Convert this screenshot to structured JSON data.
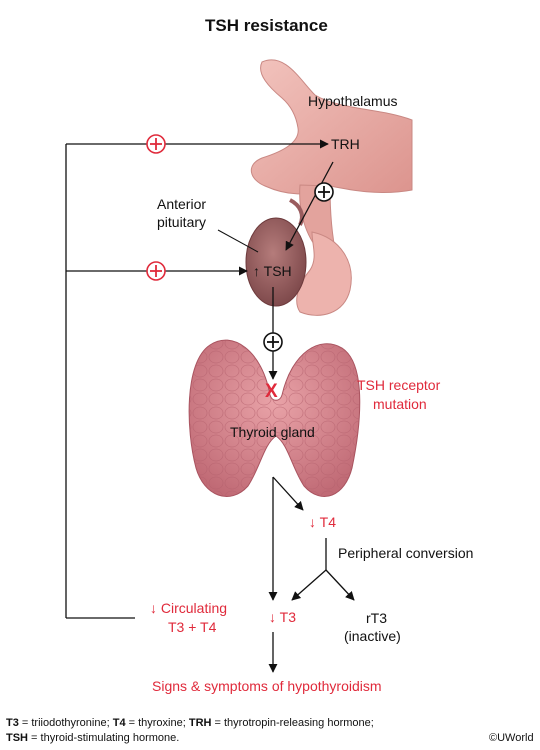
{
  "title": "TSH resistance",
  "labels": {
    "hypothalamus": "Hypothalamus",
    "trh": "TRH",
    "anterior_pituitary_line1": "Anterior",
    "anterior_pituitary_line2": "pituitary",
    "tsh": "↑ TSH",
    "thyroid_gland": "Thyroid gland",
    "receptor_mutation_line1": "TSH receptor",
    "receptor_mutation_line2": "mutation",
    "t4": "↓ T4",
    "peripheral_conversion": "Peripheral conversion",
    "circulating_line1": "↓ Circulating",
    "circulating_line2": "T3 + T4",
    "t3": "↓ T3",
    "rt3_line1": "rT3",
    "rt3_line2": "(inactive)",
    "signs": "Signs & symptoms of hypothyroidism",
    "block_mark": "X"
  },
  "footnote": {
    "line1": [
      {
        "abbr": "T3",
        "text": " = triiodothyronine; "
      },
      {
        "abbr": "T4",
        "text": " = thyroxine; "
      },
      {
        "abbr": "TRH",
        "text": " = thyrotropin-releasing hormone;"
      }
    ],
    "line2": [
      {
        "abbr": "TSH",
        "text": " = thyroid-stimulating hormone."
      }
    ],
    "copyright": "©UWorld"
  },
  "colors": {
    "accent_red": "#e02a3b",
    "tissue_pink": "#e9a9a4",
    "pituitary_brown": "#a86a6a",
    "thyroid_pink": "#d98a92"
  }
}
